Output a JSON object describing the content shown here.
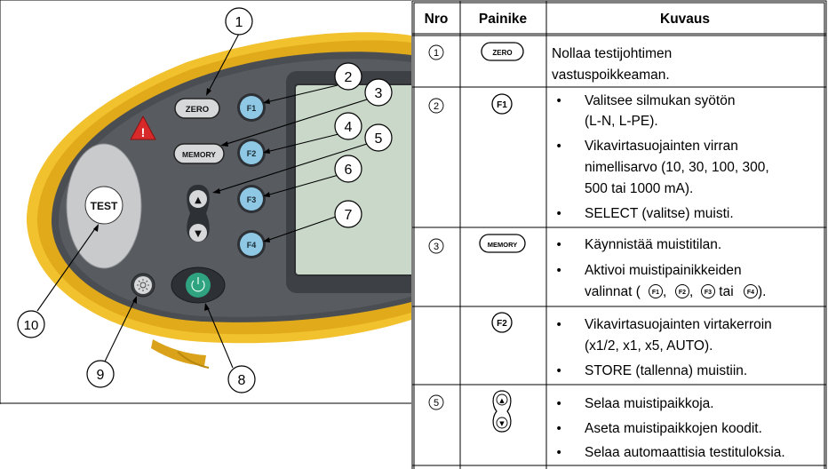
{
  "illustration": {
    "buttons": {
      "zero": "ZERO",
      "memory": "MEMORY",
      "test": "TEST",
      "f1": "F1",
      "f2": "F2",
      "f3": "F3",
      "f4": "F4",
      "up": "▲",
      "down": "▼"
    },
    "callouts": [
      "1",
      "2",
      "3",
      "4",
      "5",
      "6",
      "7",
      "8",
      "9",
      "10"
    ]
  },
  "table": {
    "headers": {
      "nro": "Nro",
      "painike": "Painike",
      "kuvaus": "Kuvaus"
    },
    "rows": [
      {
        "nro": "1",
        "key": "ZERO",
        "description": [
          "Nollaa testijohtimen",
          "vastuspoikkeaman."
        ]
      },
      {
        "nro": "2",
        "key": "F1",
        "bullets": [
          [
            "Valitsee silmukan syötön",
            "(L-N, L-PE)."
          ],
          [
            "Vikavirtasuojainten virran",
            "nimellisarvo (10, 30, 100, 300,",
            "500 tai 1000 mA)."
          ],
          [
            "SELECT (valitse) muisti."
          ]
        ]
      },
      {
        "nro": "3",
        "key": "MEMORY",
        "bullets": [
          [
            "Käynnistää muistitilan."
          ],
          [
            "Aktivoi muistipainikkeiden"
          ]
        ],
        "inline": {
          "prefix": "valinnat (",
          "f1": "F1",
          "sep1": ", ",
          "f2": "F2",
          "sep2": ", ",
          "f3": "F3",
          "sep3": " tai ",
          "f4": "F4",
          "suffix": ")."
        }
      },
      {
        "nro": "",
        "key": "F2",
        "bullets": [
          [
            "Vikavirtasuojainten virtakerroin",
            "(x1/2, x1, x5, AUTO)."
          ],
          [
            "STORE (tallenna) muistiin."
          ]
        ]
      },
      {
        "nro": "5",
        "key": "▲▼",
        "bullets": [
          [
            "Selaa muistipaikkoja."
          ],
          [
            "Aseta muistipaikkojen koodit."
          ],
          [
            "Selaa automaattisia testituloksia."
          ]
        ]
      }
    ]
  }
}
